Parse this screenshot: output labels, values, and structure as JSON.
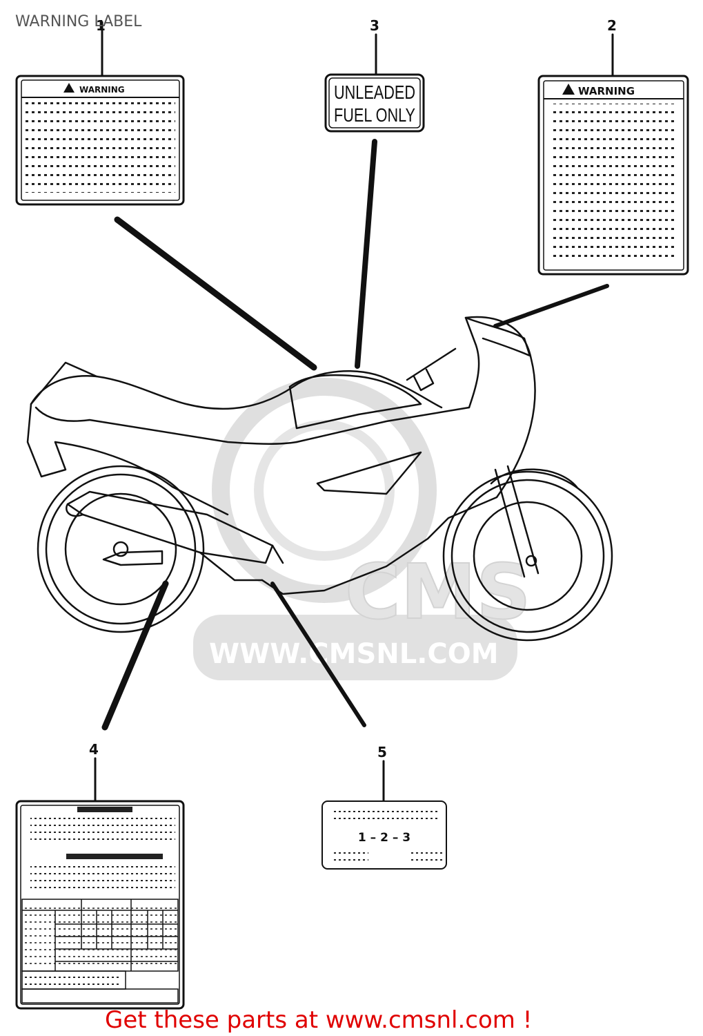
{
  "page": {
    "title": "WARNING LABEL"
  },
  "callouts": [
    "1",
    "2",
    "3",
    "4",
    "5"
  ],
  "labels": {
    "label1": {
      "heading": "WARNING"
    },
    "label2": {
      "heading": "WARNING"
    },
    "label3": {
      "line1": "UNLEADED",
      "line2": "FUEL ONLY"
    },
    "label5": {
      "sequence": "1 – 2 – 3"
    }
  },
  "watermark": {
    "logo": "CMS",
    "url": "WWW.CMSNL.COM"
  },
  "footer": {
    "text": "Get these parts at www.cmsnl.com !"
  },
  "colors": {
    "line": "#111111",
    "watermark": "#d8d8d8",
    "footer": "#e00000"
  }
}
